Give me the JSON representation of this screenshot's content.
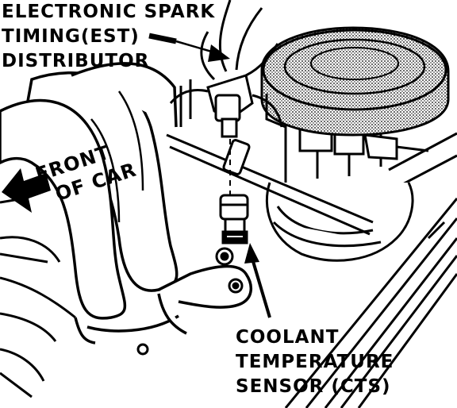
{
  "callouts": {
    "est_distributor": {
      "lines": [
        "ELECTRONIC SPARK",
        "TIMING(EST)",
        "DISTRIBUTOR"
      ]
    },
    "coolant_sensor": {
      "lines": [
        "COOLANT",
        "TEMPERATURE",
        "SENSOR (CTS)"
      ]
    }
  },
  "direction": {
    "lines": [
      "FRONT",
      "OF CAR"
    ]
  },
  "colors": {
    "ink": "#000000",
    "paper": "#ffffff",
    "shade": "#9a9a9a"
  },
  "icons": {
    "direction_arrow": "arrow-left-icon"
  }
}
